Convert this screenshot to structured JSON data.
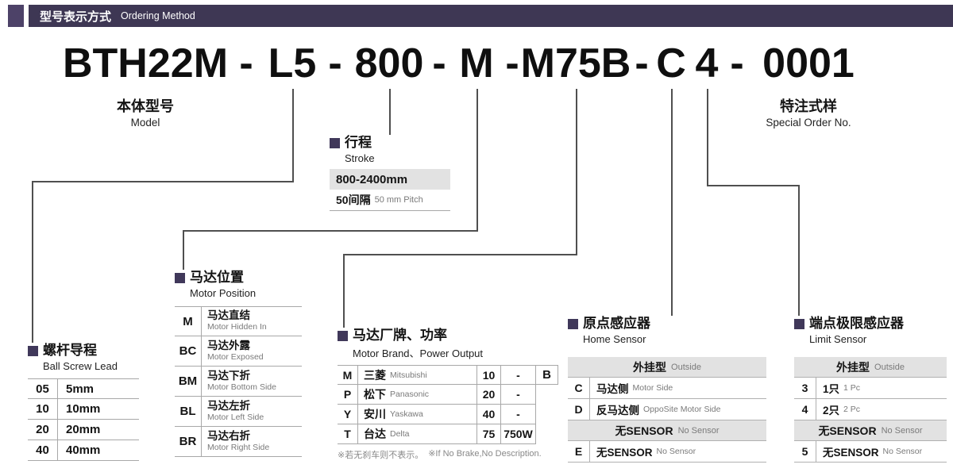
{
  "colors": {
    "bar": "#3e3754",
    "bullet": "#40385a",
    "table_gray": "#e2e2e2"
  },
  "header": {
    "cn": "型号表示方式",
    "en": "Ordering Method"
  },
  "model": {
    "parts": [
      "BTH22M",
      "-",
      "L5",
      "-",
      "800",
      "-",
      "M",
      "-",
      "M75B",
      "-",
      "C",
      "4",
      "-",
      "0001"
    ]
  },
  "callouts": {
    "model": {
      "cn": "本体型号",
      "en": "Model"
    },
    "special": {
      "cn": "特注式样",
      "en": "Special Order No."
    },
    "stroke": {
      "cn": "行程",
      "en": "Stroke"
    },
    "ball_screw": {
      "cn": "螺杆导程",
      "en": "Ball Screw Lead"
    },
    "motor_position": {
      "cn": "马达位置",
      "en": "Motor Position"
    },
    "motor_brand": {
      "cn": "马达厂牌、功率",
      "en": "Motor Brand、Power Output"
    },
    "home_sensor": {
      "cn": "原点感应器",
      "en": "Home Sensor"
    },
    "limit_sensor": {
      "cn": "端点极限感应器",
      "en": "Limit Sensor"
    }
  },
  "stroke_table": {
    "range": "800-2400mm",
    "pitch_cn": "50间隔",
    "pitch_en": "50 mm Pitch"
  },
  "ball_screw_table": {
    "rows": [
      {
        "code": "05",
        "value": "5mm"
      },
      {
        "code": "10",
        "value": "10mm"
      },
      {
        "code": "20",
        "value": "20mm"
      },
      {
        "code": "40",
        "value": "40mm"
      }
    ]
  },
  "motor_position_table": {
    "rows": [
      {
        "code": "M",
        "cn": "马达直结",
        "en": "Motor Hidden In"
      },
      {
        "code": "BC",
        "cn": "马达外露",
        "en": "Motor Exposed"
      },
      {
        "code": "BM",
        "cn": "马达下折",
        "en": "Motor Bottom Side"
      },
      {
        "code": "BL",
        "cn": "马达左折",
        "en": "Motor Left Side"
      },
      {
        "code": "BR",
        "cn": "马达右折",
        "en": "Motor Right Side"
      }
    ]
  },
  "motor_brand_table": {
    "rows": [
      {
        "code": "M",
        "brand_cn": "三菱",
        "brand_en": "Mitsubishi",
        "power_code": "10",
        "power_value": "-",
        "brake": "B"
      },
      {
        "code": "P",
        "brand_cn": "松下",
        "brand_en": "Panasonic",
        "power_code": "20",
        "power_value": "-",
        "brake": ""
      },
      {
        "code": "Y",
        "brand_cn": "安川",
        "brand_en": "Yaskawa",
        "power_code": "40",
        "power_value": "-",
        "brake": ""
      },
      {
        "code": "T",
        "brand_cn": "台达",
        "brand_en": "Delta",
        "power_code": "75",
        "power_value": "750W",
        "brake": ""
      }
    ],
    "note_cn": "※若无刹车则不表示。",
    "note_en": "※If No Brake,No Description."
  },
  "home_sensor_table": {
    "header_cn": "外挂型",
    "header_en": "Outside",
    "rows": [
      {
        "code": "C",
        "cn": "马达侧",
        "en": "Motor Side"
      },
      {
        "code": "D",
        "cn": "反马达侧",
        "en": "OppoSite Motor Side"
      }
    ],
    "subheader_cn": "无SENSOR",
    "subheader_en": "No Sensor",
    "extra": {
      "code": "E",
      "cn": "无SENSOR",
      "en": "No Sensor"
    }
  },
  "limit_sensor_table": {
    "header_cn": "外挂型",
    "header_en": "Outside",
    "rows": [
      {
        "code": "3",
        "cn": "1只",
        "en": "1 Pc"
      },
      {
        "code": "4",
        "cn": "2只",
        "en": "2 Pc"
      }
    ],
    "subheader_cn": "无SENSOR",
    "subheader_en": "No Sensor",
    "extra": {
      "code": "5",
      "cn": "无SENSOR",
      "en": "No Sensor"
    }
  }
}
